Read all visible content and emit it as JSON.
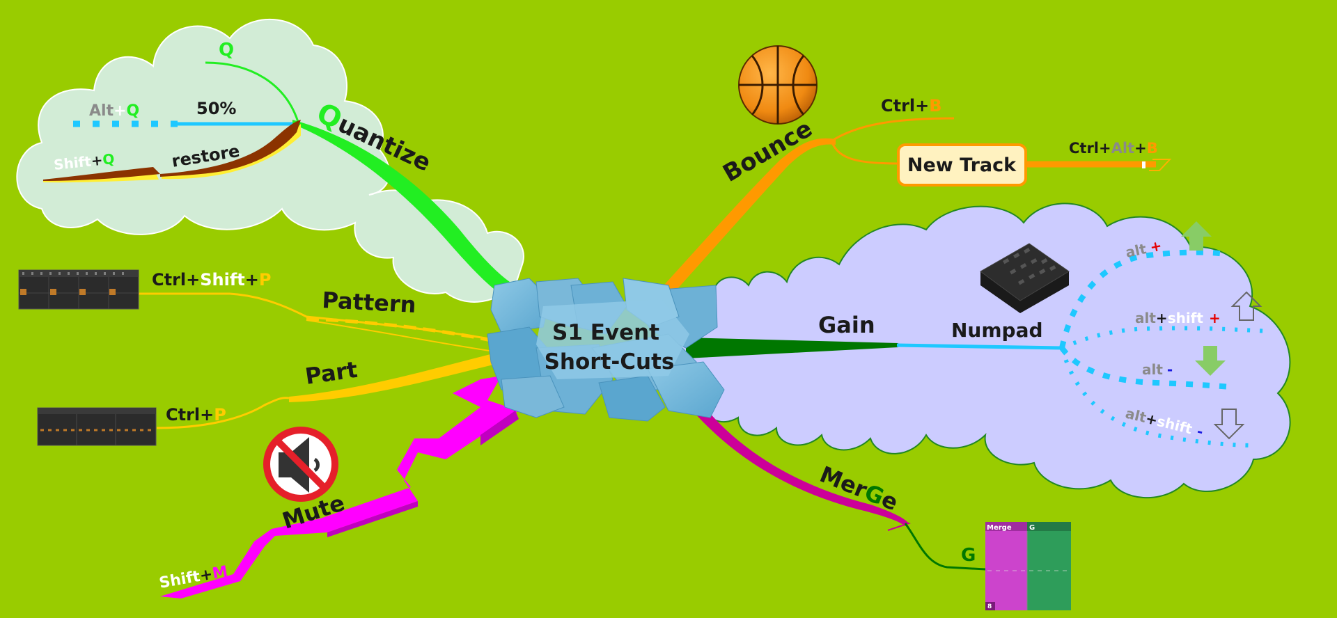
{
  "center": {
    "line1": "S1 Event",
    "line2": "Short-Cuts"
  },
  "quantize": {
    "label_first": "Q",
    "label_rest": "uantize",
    "top_q": "Q",
    "alt": "Alt",
    "plus": "+",
    "q": "Q",
    "percent": "50%",
    "shift": "Shift",
    "restore": "restore"
  },
  "pattern": {
    "label": "Pattern",
    "ctrl": "Ctrl+",
    "shift": "Shift",
    "plus": "+",
    "key": "P"
  },
  "part": {
    "label": "Part",
    "ctrl": "Ctrl+",
    "key": "P"
  },
  "mute": {
    "label": "Mute",
    "shift": "Shift",
    "plus": "+",
    "key": "M"
  },
  "bounce": {
    "label": "Bounce",
    "ctrl": "Ctrl+",
    "key": "B",
    "new_track": "New Track",
    "ctrl2": "Ctrl+",
    "alt": "Alt",
    "plus": "+",
    "key2": "B"
  },
  "gain": {
    "label": "Gain",
    "numpad": "Numpad",
    "alt_plus": {
      "mod": "alt",
      "sign": "+"
    },
    "alt_shift_plus": {
      "mod1": "alt",
      "plus": "+",
      "mod2": "shift",
      "sign": "+"
    },
    "alt_minus": {
      "mod": "alt",
      "sign": "-"
    },
    "alt_shift_minus": {
      "mod1": "alt",
      "plus": "+",
      "mod2": "shift",
      "sign": "-"
    }
  },
  "merge": {
    "label_a": "Mer",
    "label_b": "G",
    "label_c": "e",
    "key": "G",
    "clip1": "Merge",
    "clip2": "G",
    "clip_foot": "8"
  },
  "colors": {
    "background": "#99cc00",
    "quantize": "#22ee22",
    "bounce": "#ff9900",
    "gain": "#007700",
    "merge": "#cc0099",
    "mute": "#ff00ff",
    "pattern": "#ffcc00",
    "blue": "#1ec8ff"
  }
}
